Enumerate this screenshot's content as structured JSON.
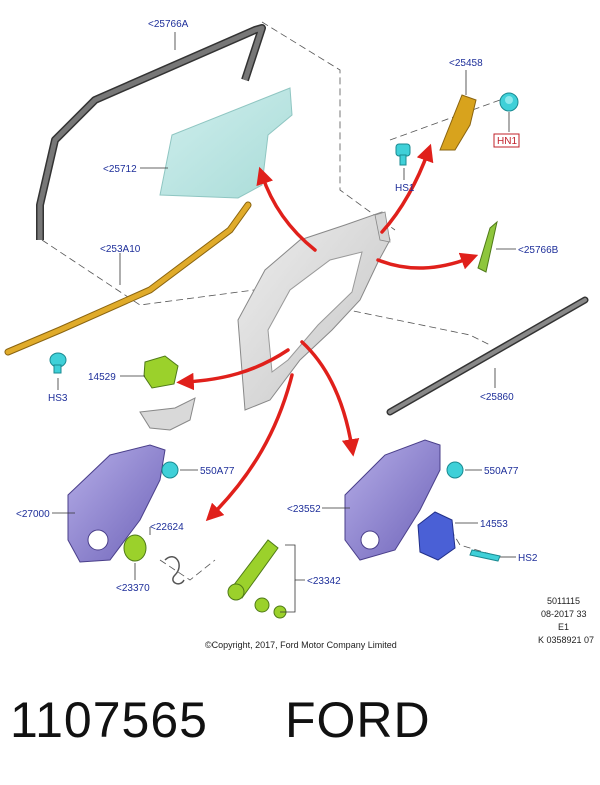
{
  "callouts": {
    "glass_run": "<25766A",
    "glass": "<25712",
    "belt_moulding": "<253A10",
    "hs3": "HS3",
    "bracket": "<25458",
    "hn1": "HN1",
    "hs1": "HS1",
    "run_channel_rear": "<25766B",
    "weatherstrip": "<25860",
    "handle_bracket": "14529",
    "bolt_left": "550A77",
    "bolt_right": "550A77",
    "regulator_left": "<27000",
    "regulator_right": "<23552",
    "clip": "<22624",
    "bushing": "<23370",
    "crank": "<23342",
    "motor": "14553",
    "hs2": "HS2"
  },
  "meta": {
    "code": "5011115",
    "date": "08-2017 33",
    "rev": "E1",
    "ref": "K 0358921 07"
  },
  "copyright": "©Copyright, 2017, Ford Motor Company Limited",
  "footer": {
    "part_number": "1107565",
    "brand": "FORD"
  },
  "colors": {
    "label_blue": "#1e2f9a",
    "arrow_red": "#e0201b",
    "part_cyan": "#3fd0d8",
    "part_green": "#9bd12b",
    "part_purple": "#8a7fd0",
    "part_gold": "#d9a21c",
    "hn_red": "#c0202a"
  }
}
